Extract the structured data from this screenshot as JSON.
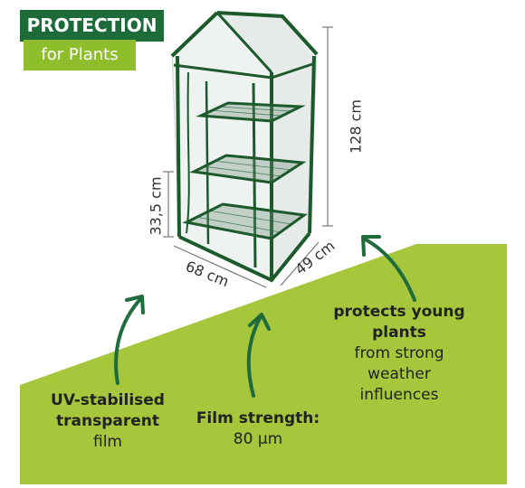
{
  "badge": {
    "line1": "PROTECTION",
    "line2": "for Plants"
  },
  "dimensions": {
    "height": "128 cm",
    "shelf_spacing": "33,5 cm",
    "width": "68 cm",
    "depth": "49 cm"
  },
  "features": {
    "uv": {
      "title_line1": "UV-stabilised",
      "title_line2": "transparent",
      "body": "film"
    },
    "film": {
      "title": "Film strength:",
      "body": "80 µm"
    },
    "protect": {
      "title_line1": "protects young",
      "title_line2": "plants",
      "body_line1": "from strong",
      "body_line2": "weather",
      "body_line3": "influences"
    }
  },
  "colors": {
    "brand_green": "#1e6b3a",
    "lime": "#8fbe2d",
    "frame_green": "#1c5a2c",
    "arrow_green": "#1f6b3b"
  }
}
